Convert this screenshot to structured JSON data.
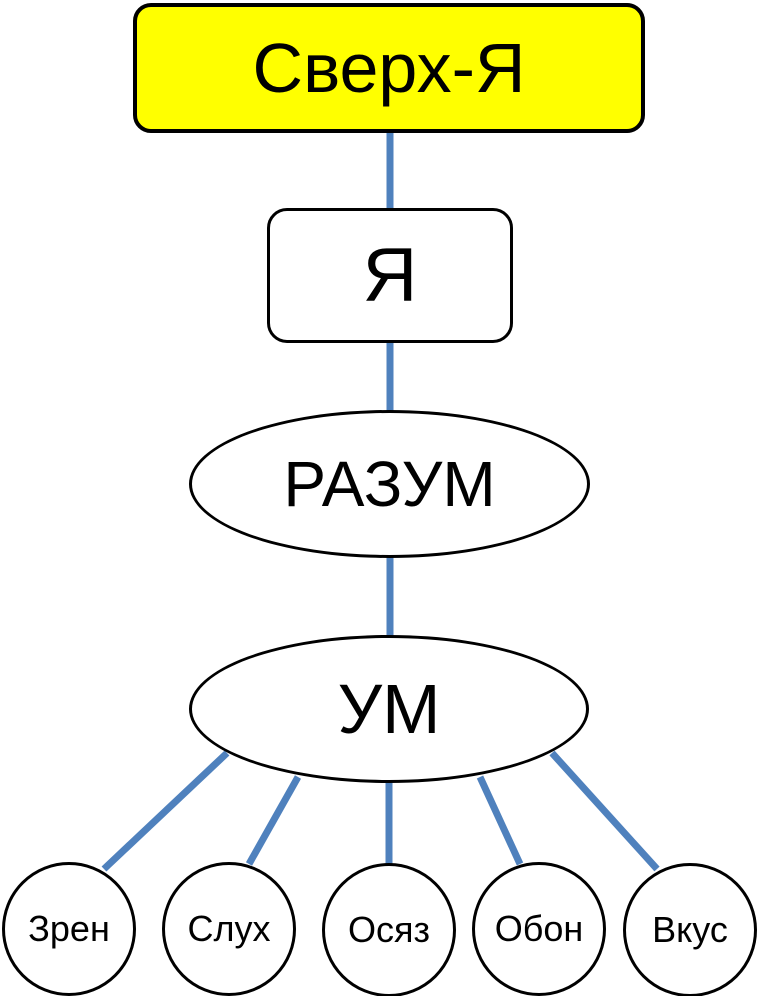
{
  "diagram": {
    "colors": {
      "connector": "#4f81bd",
      "border": "#000000",
      "superego_fill": "#ffff00",
      "node_fill": "#ffffff",
      "background": "#ffffff",
      "text": "#000000"
    },
    "nodes": {
      "superego": {
        "label": "Сверх-Я",
        "shape": "rounded-rectangle"
      },
      "ego": {
        "label": "Я",
        "shape": "rounded-rectangle"
      },
      "reason": {
        "label": "РАЗУМ",
        "shape": "ellipse"
      },
      "mind": {
        "label": "УМ",
        "shape": "ellipse"
      }
    },
    "senses": [
      {
        "label": "Зрен"
      },
      {
        "label": "Слух"
      },
      {
        "label": "Осяз"
      },
      {
        "label": "Обон"
      },
      {
        "label": "Вкус"
      }
    ],
    "edges_description": "superego-ego, ego-reason, reason-mind, mind to each of five sense circles"
  }
}
